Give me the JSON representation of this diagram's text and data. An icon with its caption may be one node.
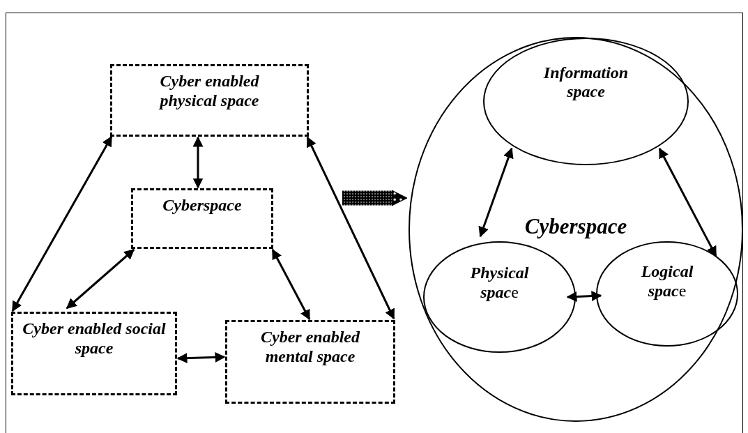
{
  "diagram": {
    "nodes": [
      {
        "text": [
          "Cyber enabled physical space"
        ]
      },
      {
        "text": [
          "Cyberspace"
        ]
      },
      {
        "text": [
          "Cyber enabled social space"
        ]
      },
      {
        "text": [
          "Cyber enabled mental space"
        ]
      },
      {
        "text": [
          "Cyberspace"
        ]
      },
      {
        "text": [
          "Information space"
        ],
        "in": 4
      },
      {
        "text": [
          "**Physical spac**e"
        ],
        "in": 4
      },
      {
        "text": [
          "**Logical spac**e"
        ],
        "in": 4
      }
    ],
    "edges": [
      {
        "from": 0,
        "to": 1,
        "arrow": "both"
      },
      {
        "from": 0,
        "to": 2,
        "arrow": "both"
      },
      {
        "from": 0,
        "to": 3,
        "arrow": "both"
      },
      {
        "from": 1,
        "to": 2,
        "arrow": "both"
      },
      {
        "from": 1,
        "to": 3,
        "arrow": "both"
      },
      {
        "from": 2,
        "to": 3,
        "arrow": "both"
      },
      {
        "from": 5,
        "to": 6,
        "arrow": "both"
      },
      {
        "from": 5,
        "to": 7,
        "arrow": "both"
      },
      {
        "from": 6,
        "to": 7,
        "arrow": "both"
      },
      {
        "from": null,
        "to": 4,
        "arrow": "to",
        "style": "thick"
      }
    ]
  }
}
